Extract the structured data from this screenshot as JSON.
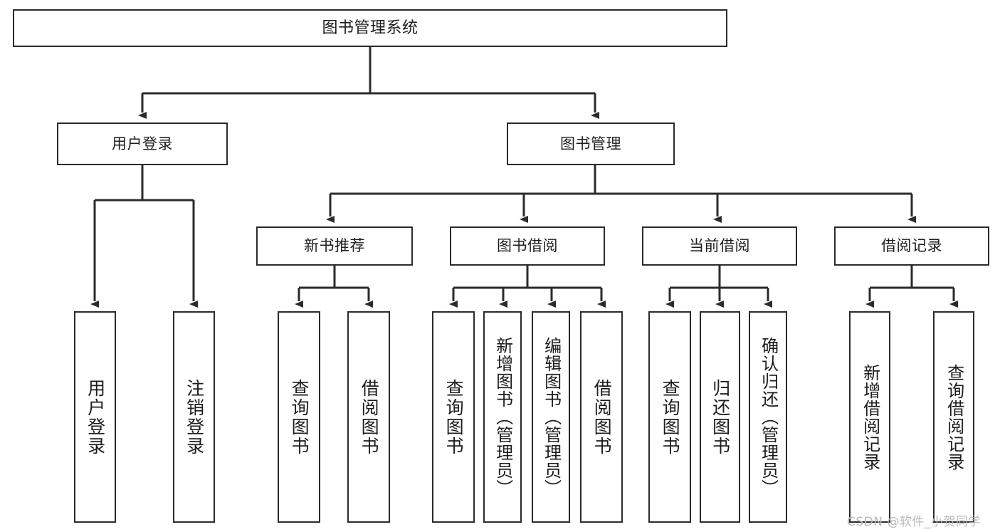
{
  "diagram": {
    "title": "图书管理系统",
    "type": "tree-hierarchy",
    "root": {
      "label": "图书管理系统"
    },
    "level2": [
      {
        "label": "用户登录"
      },
      {
        "label": "图书管理"
      }
    ],
    "level3": [
      {
        "label": "新书推荐"
      },
      {
        "label": "图书借阅"
      },
      {
        "label": "当前借阅"
      },
      {
        "label": "借阅记录"
      }
    ],
    "leaves": [
      {
        "label": "用户登录",
        "parent": "用户登录"
      },
      {
        "label": "注销登录",
        "parent": "用户登录"
      },
      {
        "label": "查询图书",
        "parent": "新书推荐"
      },
      {
        "label": "借阅图书",
        "parent": "新书推荐"
      },
      {
        "label": "查询图书",
        "parent": "图书借阅"
      },
      {
        "label": "新增图书（管理员）",
        "parent": "图书借阅"
      },
      {
        "label": "编辑图书（管理员）",
        "parent": "图书借阅"
      },
      {
        "label": "借阅图书",
        "parent": "图书借阅"
      },
      {
        "label": "查询图书",
        "parent": "当前借阅"
      },
      {
        "label": "归还图书",
        "parent": "当前借阅"
      },
      {
        "label": "确认归还（管理员）",
        "parent": "当前借阅"
      },
      {
        "label": "新增借阅记录",
        "parent": "借阅记录"
      },
      {
        "label": "查询借阅记录",
        "parent": "借阅记录"
      }
    ]
  },
  "watermark": {
    "text": "CSDN @软件_小贺同学"
  },
  "colors": {
    "stroke": "#2b2b2b",
    "background": "#ffffff",
    "text": "#1c1c1c",
    "watermark": "#b9b9b9"
  }
}
